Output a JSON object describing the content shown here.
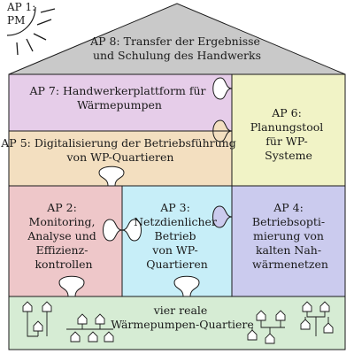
{
  "sun": {
    "lines": [
      "AP 1:",
      "PM"
    ]
  },
  "roof": {
    "lines": [
      "AP 8: Transfer der Ergebnisse",
      "und Schulung des Handwerks"
    ]
  },
  "ap7": {
    "lines": [
      "AP 7: Handwerkerplattform für",
      "Wärmepumpen"
    ]
  },
  "ap6": {
    "lines": [
      "AP 6:",
      "Planungstool",
      "für WP-",
      "Systeme"
    ]
  },
  "ap5": {
    "lines": [
      "AP 5: Digitalisierung der Betriebsführung",
      "von WP-Quartieren"
    ]
  },
  "ap2": {
    "lines": [
      "AP 2:",
      "Monitoring,",
      "Analyse und",
      "Effizienz-",
      "kontrollen"
    ]
  },
  "ap3": {
    "lines": [
      "AP 3:",
      "Netzdienlicher",
      "Betrieb",
      "von WP-",
      "Quartieren"
    ]
  },
  "ap4": {
    "lines": [
      "AP 4:",
      "Betriebsopti-",
      "mierung von",
      "kalten Nah-",
      "wärmenetzen"
    ]
  },
  "foundation": {
    "lines": [
      "vier reale",
      "Wärmepumpen-Quartiere"
    ]
  },
  "colors": {
    "roof": "#c9c9c9",
    "ap7": "#e6cde9",
    "ap6": "#f1f3c6",
    "ap5": "#f3dfc0",
    "ap2": "#eec7c9",
    "ap3": "#c7eef8",
    "ap4": "#cbcbee",
    "foundation": "#d6ecd4",
    "outline": "#1a1a1a"
  }
}
